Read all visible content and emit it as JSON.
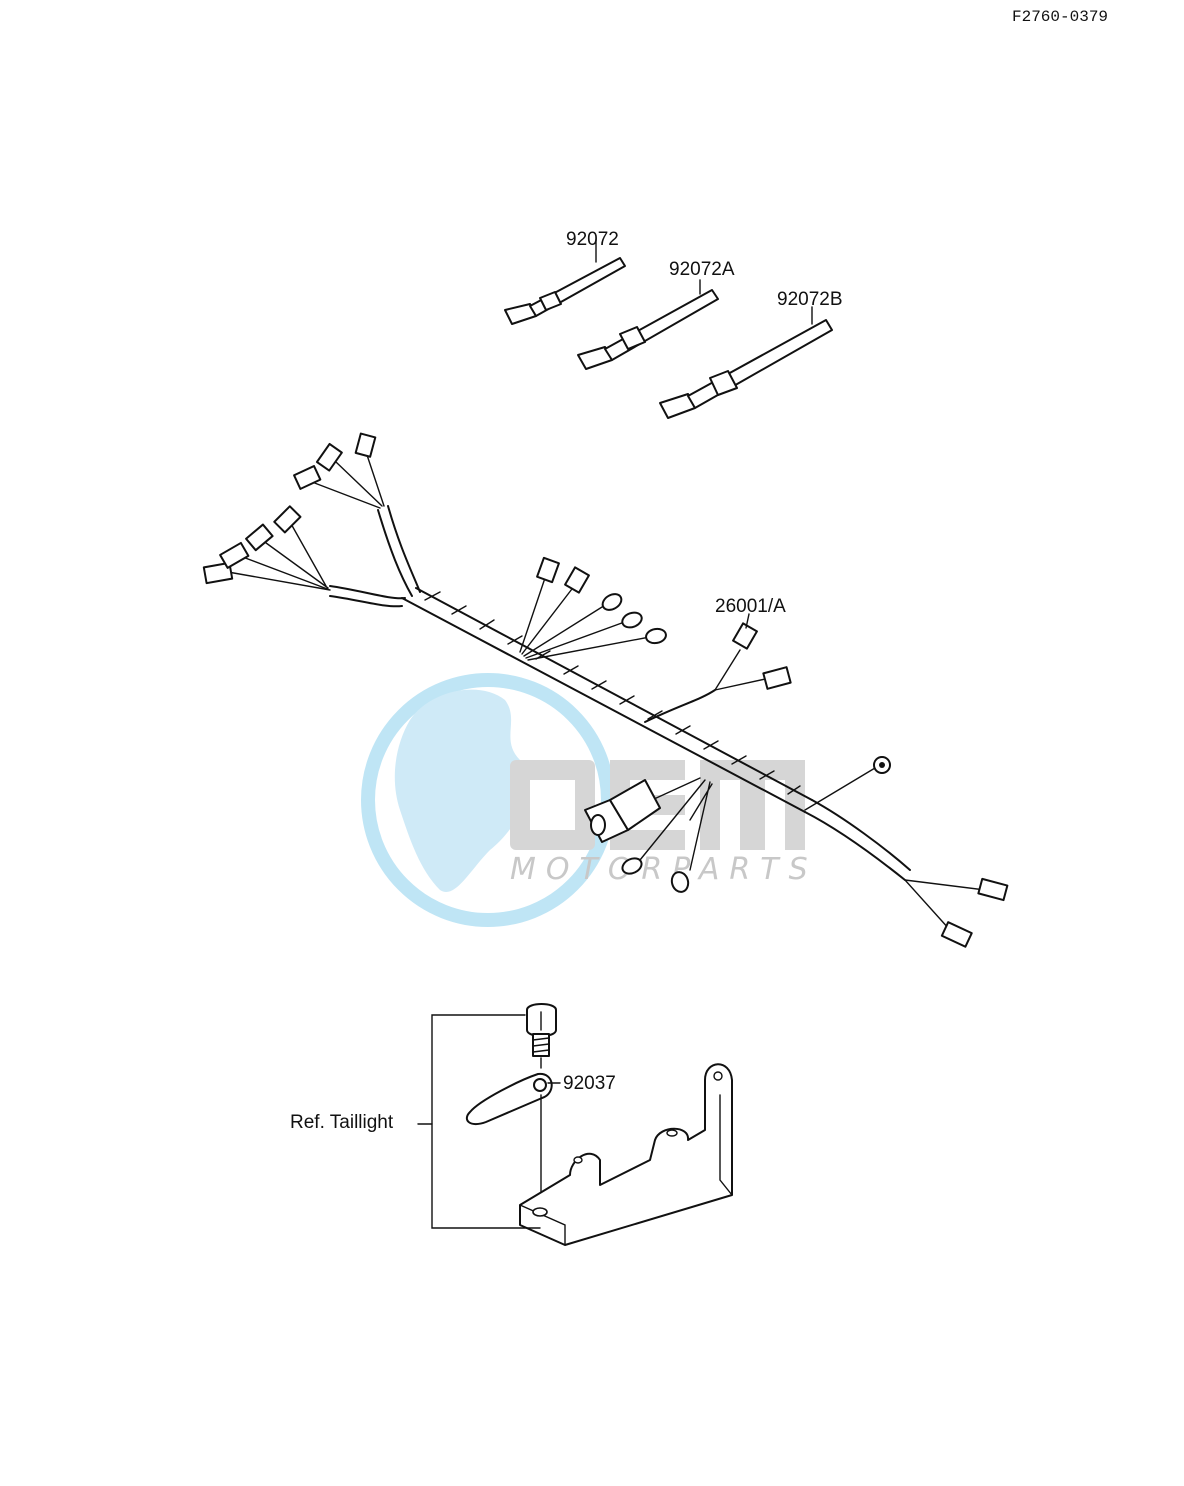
{
  "diagram_code": "F2760-0379",
  "parts": {
    "tie_a": "92072",
    "tie_b": "92072A",
    "tie_c": "92072B",
    "harness": "26001/A",
    "ground_lead": "92037",
    "ref_taillight": "Ref. Taillight"
  },
  "watermark": {
    "logo_text": "OEM",
    "sub_text": "MOTORPARTS",
    "colors": {
      "globe": "#7ec8ea",
      "ring": "#a9dcf2",
      "letters": "#c9c9c9"
    }
  }
}
